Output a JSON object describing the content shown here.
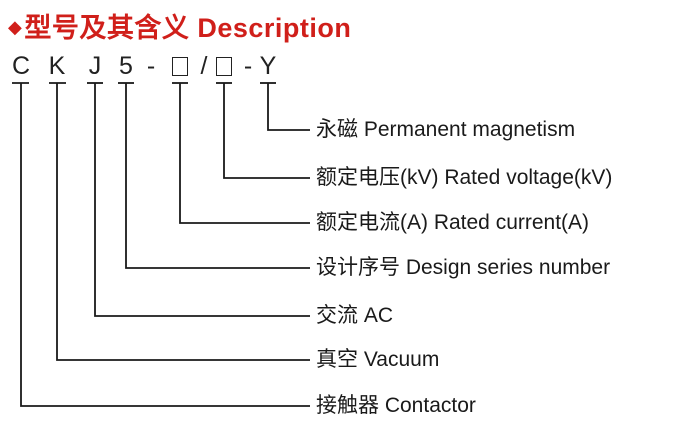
{
  "title": {
    "bullet": "◆",
    "text": "型号及其含义 Description"
  },
  "code": {
    "tokens": [
      "C",
      "K",
      "J",
      "5",
      "-",
      "□",
      "/",
      "□",
      "-",
      "Y"
    ]
  },
  "descriptions": [
    "永磁 Permanent magnetism",
    "额定电压(kV) Rated voltage(kV)",
    "额定电流(A) Rated current(A)",
    "设计序号 Design series number",
    "交流 AC",
    "真空 Vacuum",
    "接触器 Contactor"
  ]
}
